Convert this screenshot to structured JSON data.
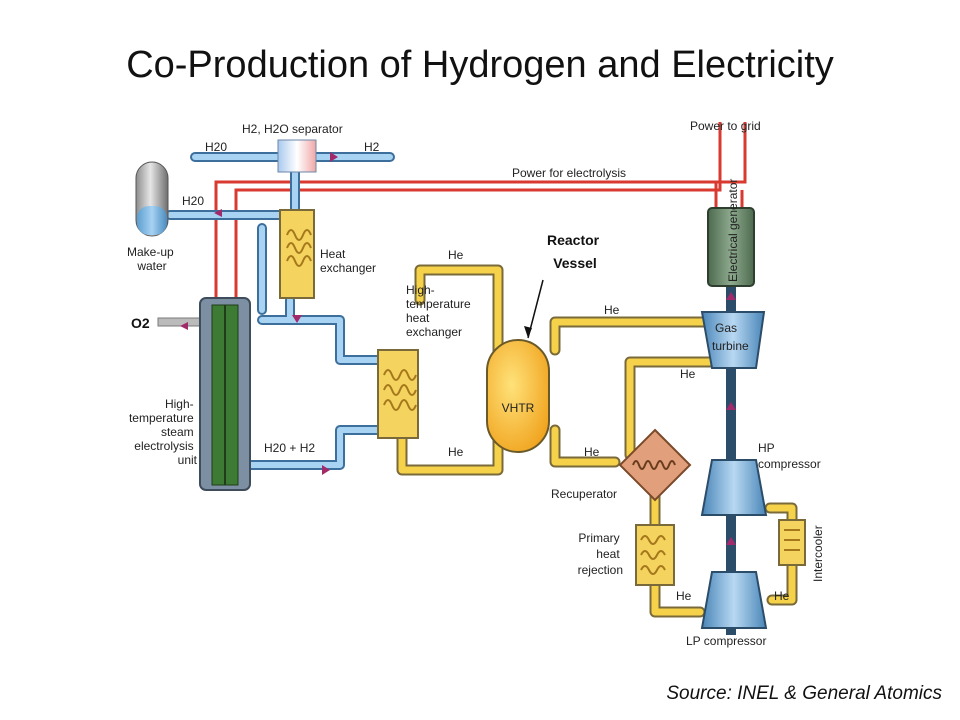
{
  "title": "Co-Production of Hydrogen and Electricity",
  "source": "Source: INEL & General Atomics",
  "labels": {
    "separator": "H2, H2O separator",
    "h2o_left": "H20",
    "h2_right": "H2",
    "power_to_grid": "Power to grid",
    "power_for_electrolysis": "Power for electrolysis",
    "tank_h2o": "H20",
    "makeup_water": [
      "Make-up",
      "water"
    ],
    "heat_exchanger": [
      "Heat",
      "exchanger"
    ],
    "o2": "O2",
    "electrolysis_unit": [
      "High-",
      "temperature",
      "steam",
      "electrolysis",
      "unit"
    ],
    "ht_heat_exchanger": [
      "High-",
      "temperature",
      "heat",
      "exchanger"
    ],
    "h2o_h2": "H20 + H2",
    "he_top_loop": "He",
    "he_bottom_loop": "He",
    "reactor_vessel": [
      "Reactor",
      "Vessel"
    ],
    "vhtr": "VHTR",
    "he_turbine_in": "He",
    "gas_turbine": [
      "Gas",
      "turbine"
    ],
    "he_turbine_out": "He",
    "electrical_generator": "Electrical generator",
    "he_recuperator": "He",
    "recuperator": "Recuperator",
    "hp_compressor": [
      "HP",
      "compressor"
    ],
    "primary_heat_rejection": [
      "Primary",
      "heat",
      "rejection"
    ],
    "intercooler": "Intercooler",
    "he_lp_left": "He",
    "he_lp_right": "He",
    "lp_compressor": "LP compressor"
  }
}
